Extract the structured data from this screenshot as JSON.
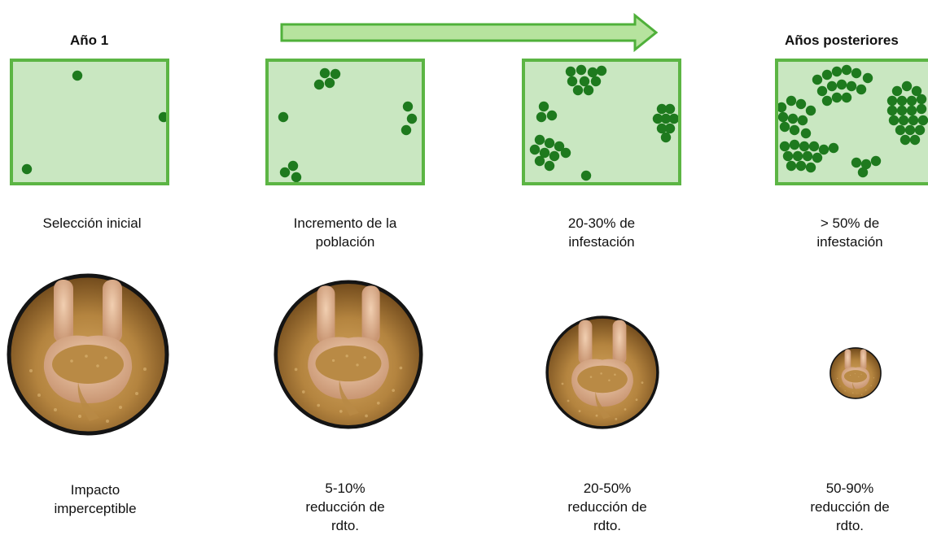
{
  "header": {
    "start": "Año 1",
    "end": "Años posteriores"
  },
  "colors": {
    "field_fill": "#c9e7c1",
    "field_border": "#5cb544",
    "weed_dot": "#1e7a1e",
    "arrow_fill": "#b6e39e",
    "arrow_stroke": "#4fb03a"
  },
  "stages": [
    {
      "infestation_label": "Selección inicial",
      "impact_label": "Impacto\nimperceptible"
    },
    {
      "infestation_label": "Incremento de la\npoblación",
      "impact_label": "5-10%\nreducción de\nrdto."
    },
    {
      "infestation_label": "20-30% de\ninfestación",
      "impact_label": "20-50%\nreducción de\nrdto."
    },
    {
      "infestation_label": "> 50% de\ninfestación",
      "impact_label": "50-90%\nreducción de\nrdto."
    }
  ]
}
